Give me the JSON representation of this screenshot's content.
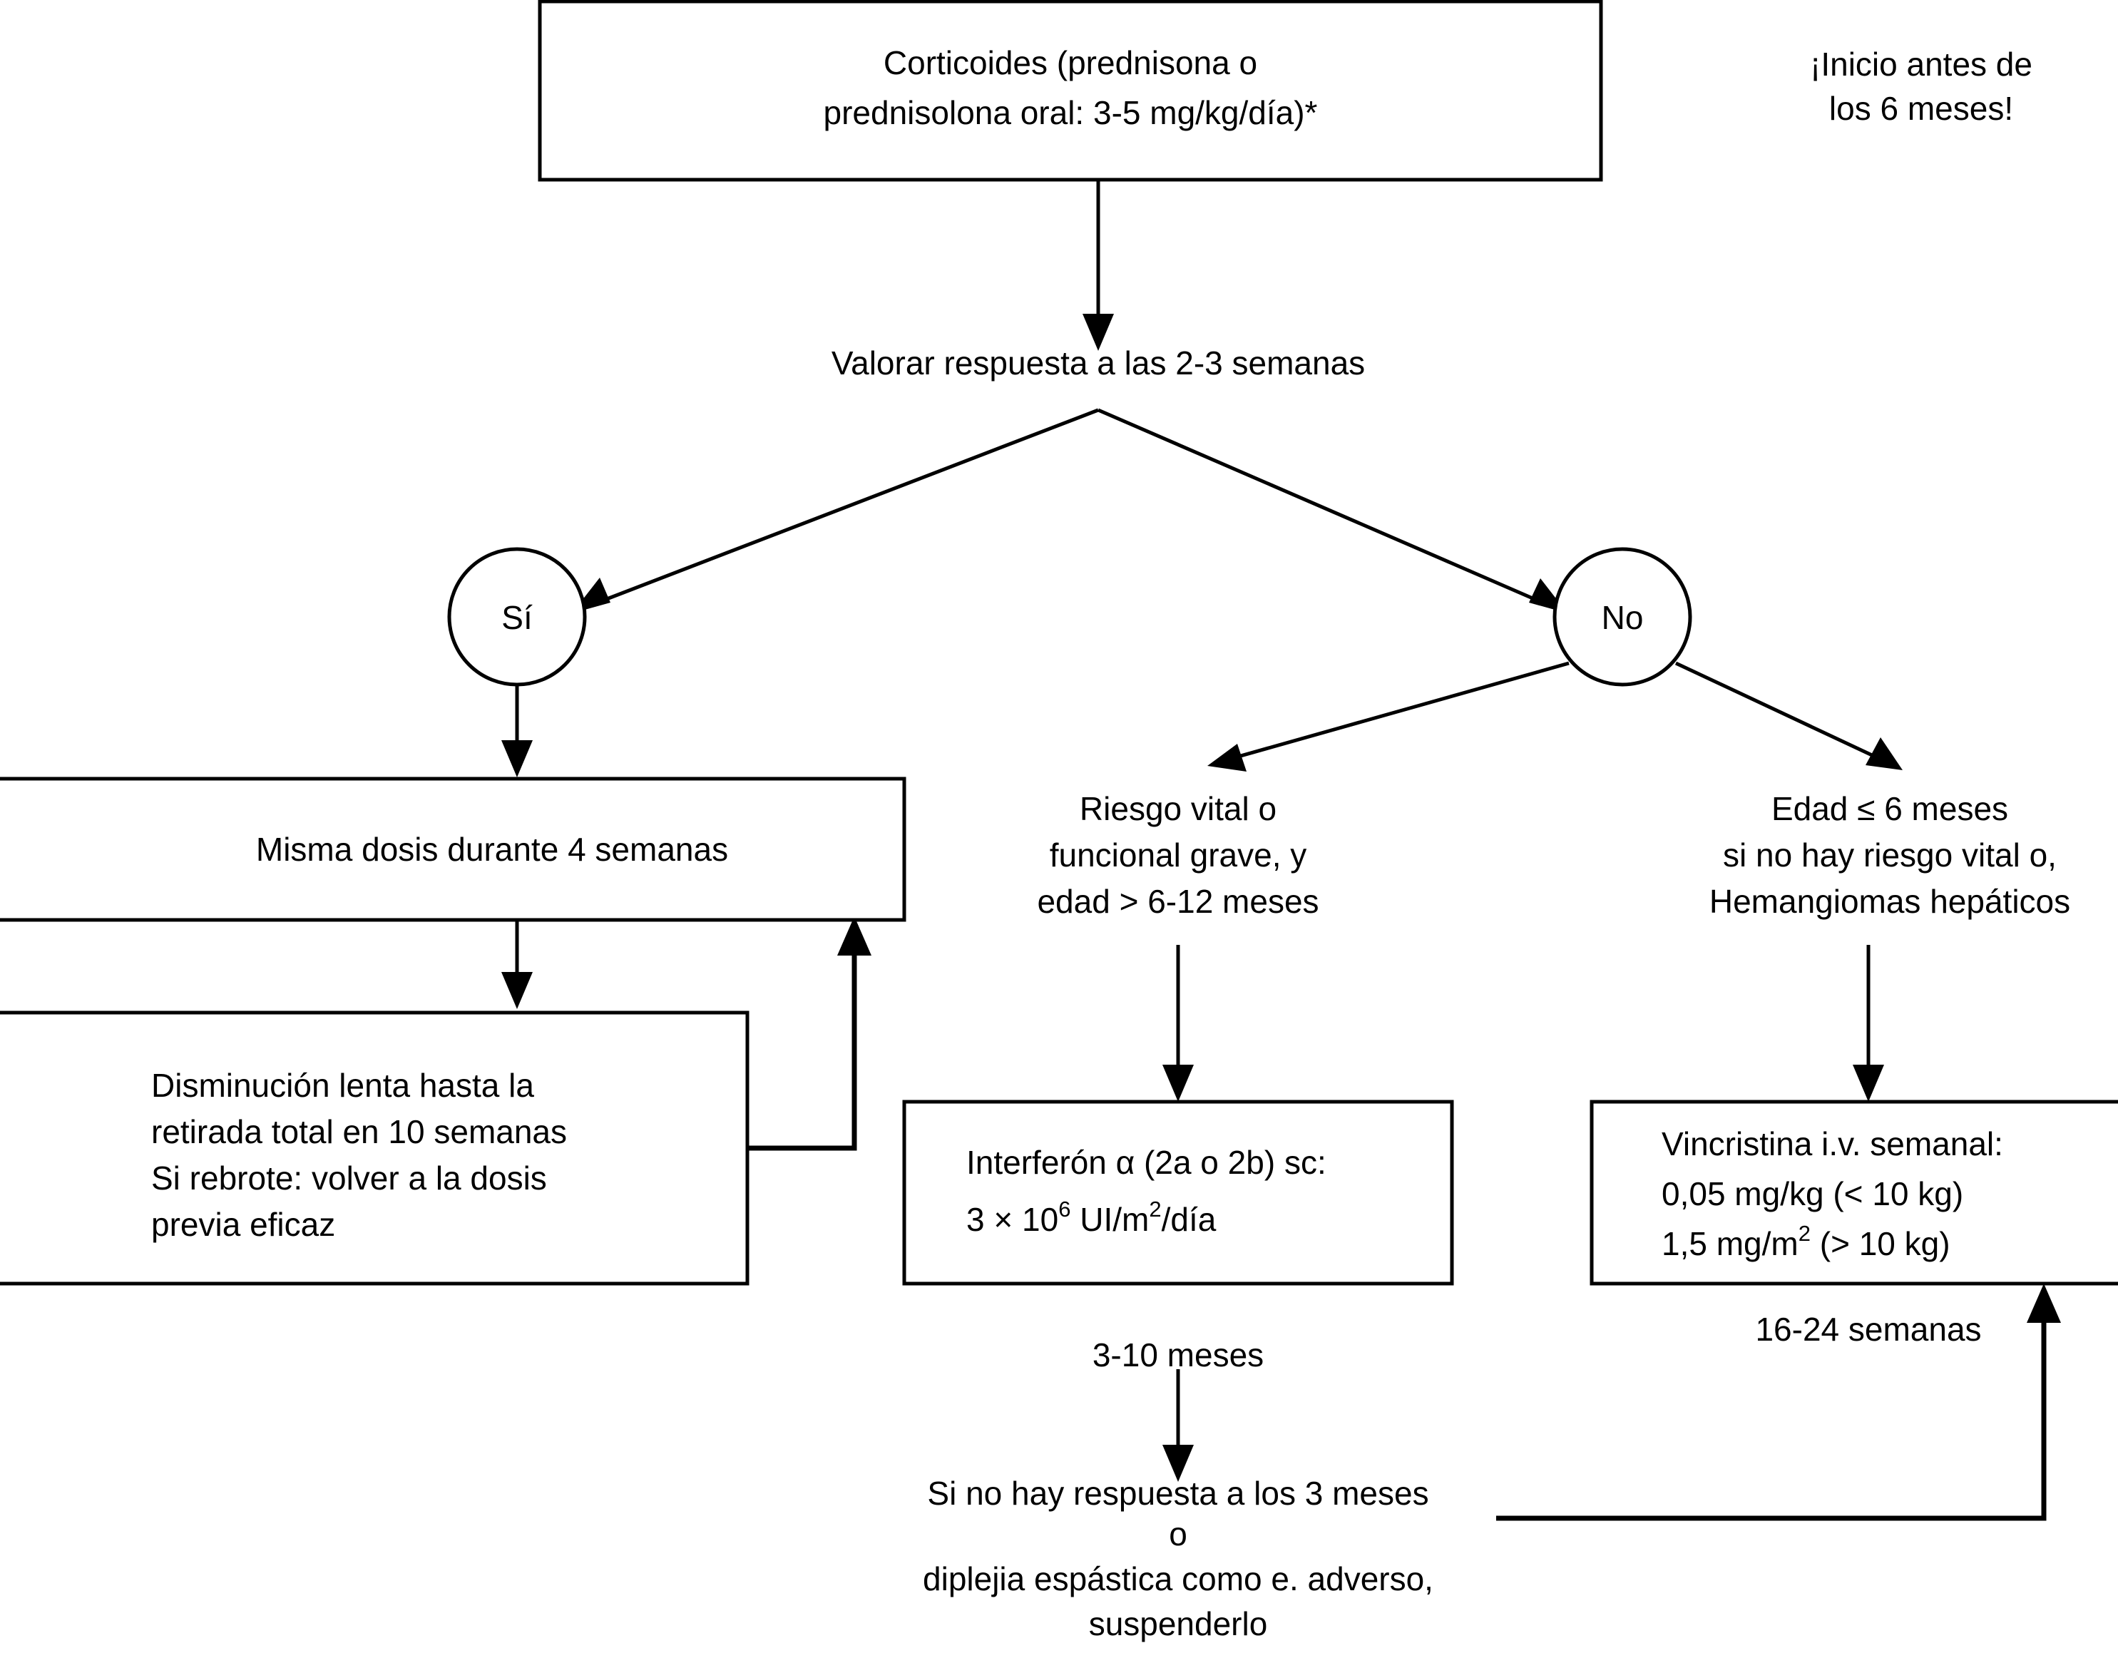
{
  "diagram": {
    "title_note": "¡Inicio antes de\nlos 6 meses!",
    "note_line1": "¡Inicio antes de",
    "note_line2": "los 6 meses!",
    "colors": {
      "stroke": "#000000",
      "fill": "#ffffff",
      "text": "#000000"
    },
    "nodes": {
      "start_box": {
        "shape": "rectangle",
        "line1": "Corticoides (prednisona o",
        "line2": "prednisolona oral: 3-5 mg/kg/día)*"
      },
      "assess": {
        "shape": "label",
        "label": "Valorar respuesta a las 2-3 semanas"
      },
      "yes_node": {
        "shape": "circle",
        "label": "Sí"
      },
      "no_node": {
        "shape": "circle",
        "label": "No"
      },
      "same_dose_box": {
        "shape": "rectangle",
        "line1": "Misma dosis durante 4 semanas"
      },
      "taper_box": {
        "shape": "rectangle",
        "line1": "Disminución lenta hasta la",
        "line2": "retirada total en 10 semanas",
        "line3": "Si rebrote: volver a la dosis",
        "line4": "previa eficaz"
      },
      "risk_label": {
        "shape": "label",
        "line1": "Riesgo vital o",
        "line2": "funcional grave, y",
        "line3": "edad > 6-12 meses"
      },
      "age_label": {
        "shape": "label",
        "line1": "Edad ≤ 6 meses",
        "line2": "si no hay riesgo vital o,",
        "line3": "Hemangiomas hepáticos"
      },
      "interferon_box": {
        "shape": "rectangle",
        "line1": "Interferón α (2a o 2b) sc:",
        "line2_prefix": "3 × 10",
        "line2_sup1": "6",
        "line2_mid": " UI/m",
        "line2_sup2": "2",
        "line2_suffix": "/día"
      },
      "vincristine_box": {
        "shape": "rectangle",
        "line1": "Vincristina i.v. semanal:",
        "line2": "0,05 mg/kg (< 10 kg)",
        "line3_prefix": "1,5 mg/m",
        "line3_sup": "2",
        "line3_suffix": " (> 10 kg)"
      },
      "stop_label": {
        "shape": "label",
        "line1": "Si no hay respuesta a los 3 meses",
        "line2": "o",
        "line3": "diplejia espástica como e. adverso,",
        "line4": "suspenderlo"
      }
    },
    "edge_labels": {
      "interferon_duration": "3-10 meses",
      "vincristine_duration": "16-24 semanas"
    }
  }
}
